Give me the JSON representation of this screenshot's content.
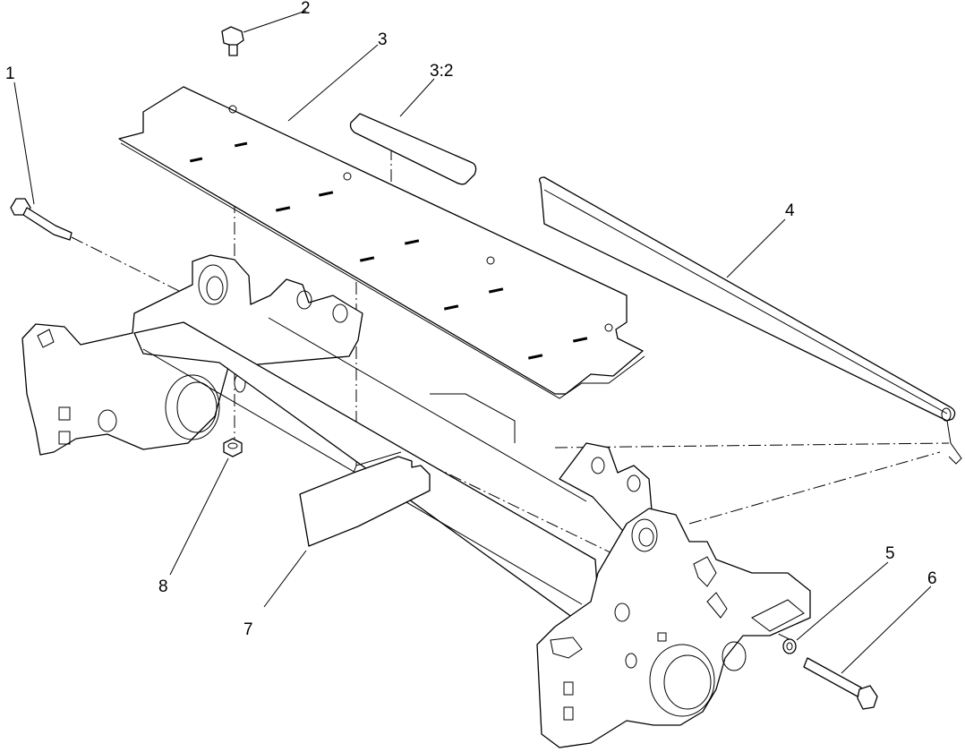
{
  "callouts": [
    {
      "id": "1",
      "label": "1"
    },
    {
      "id": "2",
      "label": "2"
    },
    {
      "id": "3",
      "label": "3"
    },
    {
      "id": "3-2",
      "label": "3:2"
    },
    {
      "id": "4",
      "label": "4"
    },
    {
      "id": "5",
      "label": "5"
    },
    {
      "id": "6",
      "label": "6"
    },
    {
      "id": "7",
      "label": "7"
    },
    {
      "id": "8",
      "label": "8"
    }
  ]
}
